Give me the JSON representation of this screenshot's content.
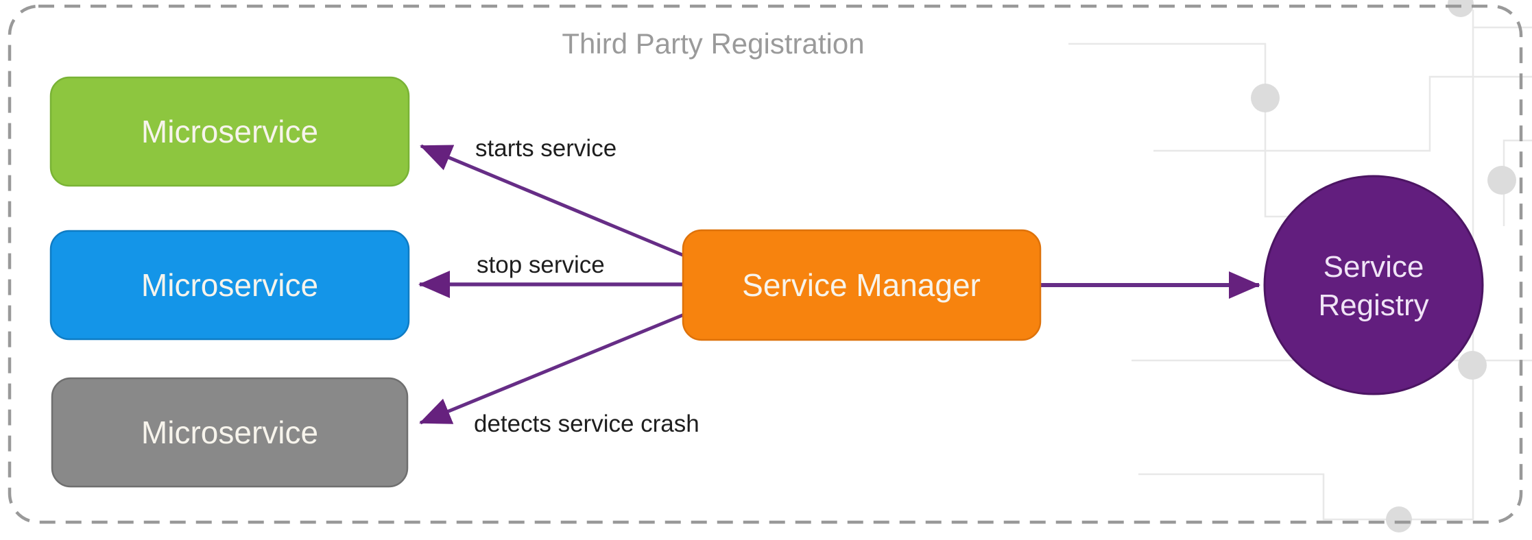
{
  "diagram": {
    "title": "Third Party Registration",
    "nodes": {
      "microservice_green": {
        "label": "Microservice",
        "fill": "#8DC63F",
        "stroke": "#79B335"
      },
      "microservice_blue": {
        "label": "Microservice",
        "fill": "#1495E8",
        "stroke": "#0F7CC4"
      },
      "microservice_gray": {
        "label": "Microservice",
        "fill": "#898989",
        "stroke": "#6F6F6F"
      },
      "service_manager": {
        "label": "Service Manager",
        "fill": "#F7830E",
        "stroke": "#DE720A"
      },
      "service_registry": {
        "label_line1": "Service",
        "label_line2": "Registry",
        "fill": "#621E7E",
        "stroke": "#4C1563"
      }
    },
    "edges": {
      "starts": {
        "label": "starts service"
      },
      "stop": {
        "label": "stop service"
      },
      "crash": {
        "label": "detects service crash"
      }
    },
    "colors": {
      "arrow": "#662D86",
      "arrowhead": "#66217E",
      "dashed_border": "#999999",
      "circuit_line": "#E8E8E8",
      "circuit_dot": "#DCDCDC"
    }
  }
}
